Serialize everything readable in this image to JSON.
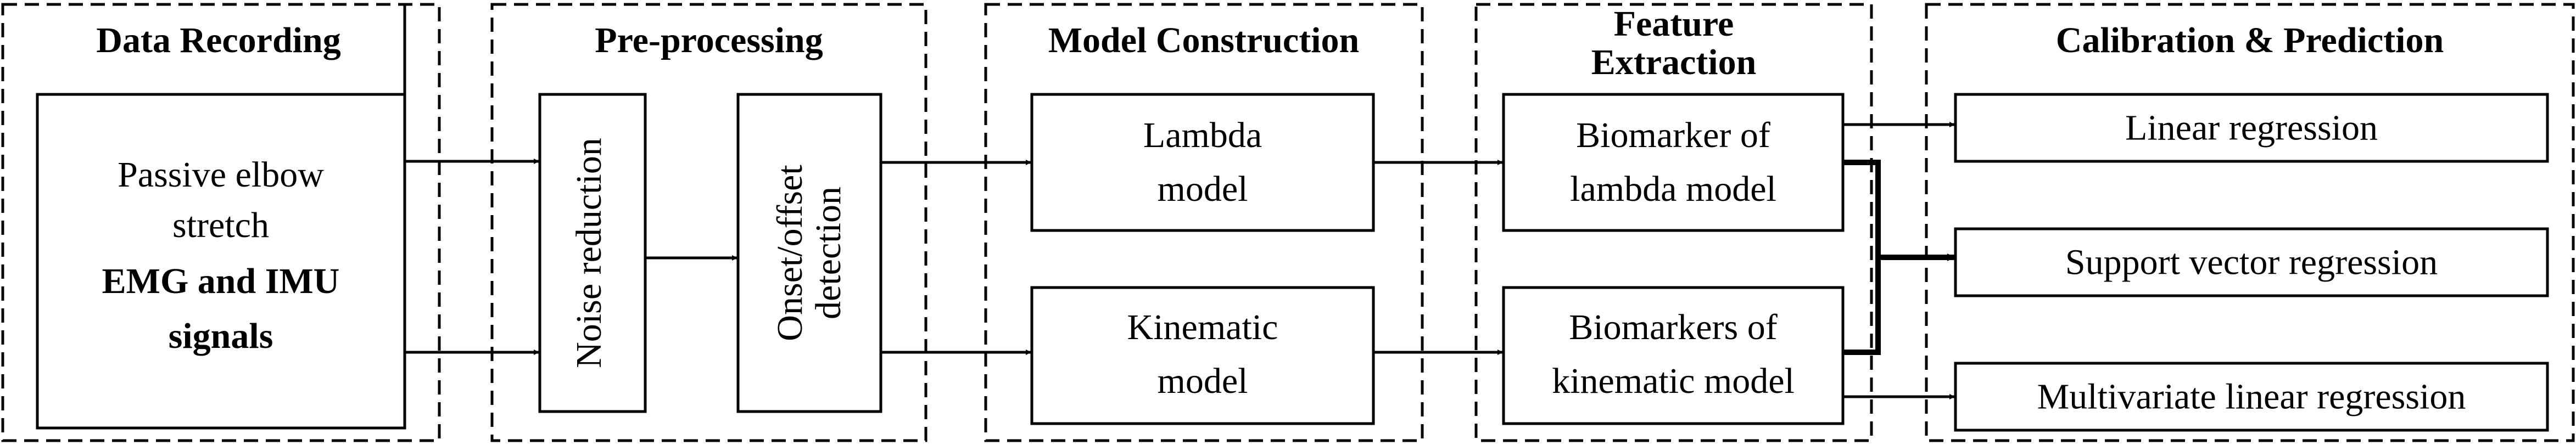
{
  "stages": {
    "recording": {
      "title": "Data Recording"
    },
    "preprocessing": {
      "title": "Pre-processing"
    },
    "model": {
      "title": "Model Construction"
    },
    "feature": {
      "title_line1": "Feature",
      "title_line2": "Extraction"
    },
    "calibration": {
      "title": "Calibration & Prediction"
    }
  },
  "boxes": {
    "input": {
      "line1": "Passive elbow",
      "line2": "stretch",
      "line3": "EMG and IMU",
      "line4": "signals"
    },
    "noise": {
      "label": "Noise reduction"
    },
    "onset": {
      "line1": "Onset/offset",
      "line2": "detection"
    },
    "lambda": {
      "line1": "Lambda",
      "line2": "model"
    },
    "kinematic": {
      "line1": "Kinematic",
      "line2": "model"
    },
    "bio_lambda": {
      "line1": "Biomarker of",
      "line2": "lambda model"
    },
    "bio_kinematic": {
      "line1": "Biomarkers of",
      "line2": "kinematic model"
    },
    "linear": {
      "label": "Linear regression"
    },
    "svr": {
      "label": "Support vector regression"
    },
    "mlr": {
      "label": "Multivariate linear regression"
    }
  }
}
